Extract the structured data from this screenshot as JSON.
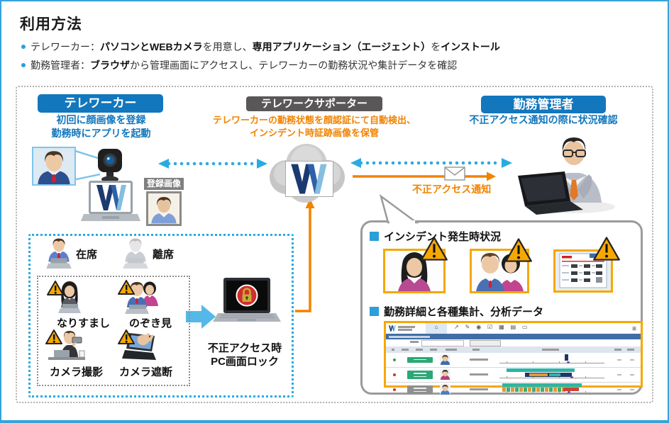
{
  "title": "利用方法",
  "intro": {
    "bullets": [
      {
        "s1": "テレワーカー：",
        "s2": "パソコンとWEBカメラ",
        "s3": "を用意し、",
        "s4": "専用アプリケーション（エージェント）",
        "s5": "を",
        "s6": "インストール"
      },
      {
        "s1": "勤務管理者：",
        "s2": "ブラウザ",
        "s3": "から管理画面にアクセスし、テレワーカーの勤務状況や集計データを確認",
        "s4": "",
        "s5": "",
        "s6": ""
      }
    ]
  },
  "columns": {
    "teleworker": {
      "badge": "テレワーカー",
      "desc1": "初回に顔画像を登録",
      "desc2": "勤務時にアプリを起動",
      "registered_image_label": "登録画像"
    },
    "supporter": {
      "badge": "テレワークサポーター",
      "desc1": "テレワーカーの勤務状態を顔認証にて自動検出、",
      "desc2": "インシデント時証跡画像を保管"
    },
    "manager": {
      "badge": "勤務管理者",
      "desc": "不正アクセス通知の際に状況確認"
    }
  },
  "notification_label": "不正アクセス通知",
  "status_panel": {
    "present": "在席",
    "away": "離席",
    "incident_labels": [
      "なりすまし",
      "のぞき見",
      "カメラ撮影",
      "カメラ遮断"
    ]
  },
  "lock_label": {
    "line1": "不正アクセス時",
    "line2": "PC画面ロック"
  },
  "result_panel": {
    "heading_incident": "インシデント発生時状況",
    "heading_data": "勤務詳細と各種集計、分析データ"
  },
  "colors": {
    "frame": "#35a3da",
    "badge_blue": "#1277bd",
    "badge_gray": "#595757",
    "accent_orange": "#f08300",
    "dotted_blue": "#29abe2",
    "shot_border": "#f5a800",
    "bubble_border": "#9b9b9b",
    "warning_triangle": "#f7a800"
  },
  "dashboard": {
    "rows": [
      {
        "dot": "#3a9e3f",
        "badge": {
          "color": "#2aa876",
          "h": 8
        },
        "avatar": {
          "hair": "#3f2f1e",
          "body": "#3a6fb0"
        },
        "timeline": {
          "top": null,
          "bars": [
            [
              96,
              5,
              9,
              1,
              "#1f3864"
            ]
          ],
          "stripes": null,
          "marker": 99
        }
      },
      {
        "dot": "#c4392b",
        "badge": {
          "color": "#2aa876",
          "h": 12
        },
        "avatar": {
          "hair": "#1c1c1c",
          "body": "#b3407f"
        },
        "timeline": {
          "top": [
            14,
            96,
            "#2cb5a8"
          ],
          "bars": [
            [
              40,
              66,
              6,
              6,
              "#1f3864"
            ],
            [
              46,
              26,
              4,
              7,
              "#e09a35"
            ],
            [
              74,
              16,
              4,
              7,
              "#2cb5a8"
            ]
          ],
          "stripes": null,
          "marker": 104
        }
      },
      {
        "dot": "#c4392b",
        "badge": {
          "color": "#8f8f8f",
          "h": 12
        },
        "avatar": {
          "hair": "#4a331f",
          "body": "#4a7fc0"
        },
        "timeline": {
          "top": [
            8,
            112,
            "#2cb5a8"
          ],
          "bars": [
            [
              94,
              22,
              5,
              6,
              "#cb4335"
            ]
          ],
          "stripes": {
            "x": 8,
            "w": 86,
            "y": 6,
            "h": 6,
            "colors": [
              "#e09a35",
              "#49a86f"
            ]
          },
          "marker": 100
        }
      }
    ]
  }
}
